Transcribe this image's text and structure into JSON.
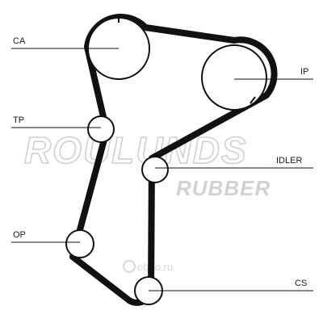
{
  "diagram": {
    "labels": {
      "ca": "CA",
      "ip": "IP",
      "tp": "TP",
      "idler": "IDLER",
      "op": "OP",
      "cs": "CS"
    },
    "watermark": {
      "brand": "ROULUNDS",
      "brand_sub": "RUBBER",
      "site": "oboo.ru"
    },
    "colors": {
      "belt": "#111111",
      "pulley": "#111111",
      "watermark": "#d0d0d0"
    }
  }
}
